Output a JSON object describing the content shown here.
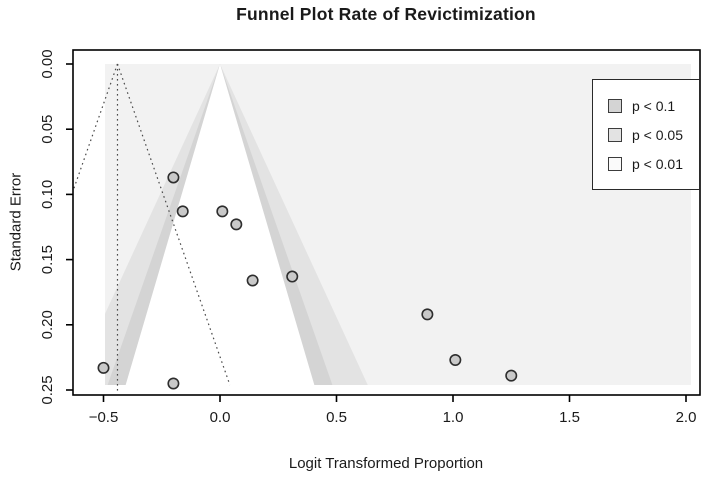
{
  "chart_data": {
    "type": "scatter",
    "subtype": "contour-enhanced-funnel-plot",
    "title": "Funnel Plot Rate of Revictimization",
    "xlabel": "Logit Transformed Proportion",
    "ylabel": "Standard Error",
    "xlim": [
      -0.5,
      2.0
    ],
    "ylim_se": [
      0.0,
      0.25
    ],
    "y_axis_inverted": true,
    "grid": false,
    "x_tick_labels": [
      "−0.5",
      "0.0",
      "0.5",
      "1.0",
      "1.5",
      "2.0"
    ],
    "x_tick_values": [
      -0.5,
      0.0,
      0.5,
      1.0,
      1.5,
      2.0
    ],
    "y_tick_labels": [
      "0.00",
      "0.05",
      "0.10",
      "0.15",
      "0.20",
      "0.25"
    ],
    "y_tick_values": [
      0.0,
      0.05,
      0.1,
      0.15,
      0.2,
      0.25
    ],
    "funnel_center": 0.0,
    "estimate": -0.44,
    "pseudo_ci_z": 1.96,
    "significance_contours": [
      {
        "label": "p < 0.1",
        "z": 1.645
      },
      {
        "label": "p < 0.05",
        "z": 1.96
      },
      {
        "label": "p < 0.01",
        "z": 2.576
      }
    ],
    "points": [
      {
        "x": -0.5,
        "se": 0.233
      },
      {
        "x": -0.2,
        "se": 0.245
      },
      {
        "x": -0.2,
        "se": 0.087
      },
      {
        "x": -0.16,
        "se": 0.113
      },
      {
        "x": 0.01,
        "se": 0.113
      },
      {
        "x": 0.07,
        "se": 0.123
      },
      {
        "x": 0.14,
        "se": 0.166
      },
      {
        "x": 0.31,
        "se": 0.163
      },
      {
        "x": 0.89,
        "se": 0.192
      },
      {
        "x": 1.01,
        "se": 0.227
      },
      {
        "x": 1.25,
        "se": 0.239
      }
    ],
    "legend": {
      "position": "top-right",
      "entries": [
        {
          "label": "p < 0.1",
          "swatch": "#d4d4d4"
        },
        {
          "label": "p < 0.05",
          "swatch": "#e3e3e3"
        },
        {
          "label": "p < 0.01",
          "swatch": "#fafafa"
        }
      ]
    },
    "colors": {
      "region_p_gt_10": "#ffffff",
      "region_p_lt_10": "#d4d4d4",
      "region_p_lt_05": "#e3e3e3",
      "region_p_lt_01": "#f2f2f2",
      "point_fill": "#c9c9c9",
      "point_stroke": "#2e2e2e",
      "axis": "#000000",
      "dotted_line": "#4a4a4a"
    }
  }
}
